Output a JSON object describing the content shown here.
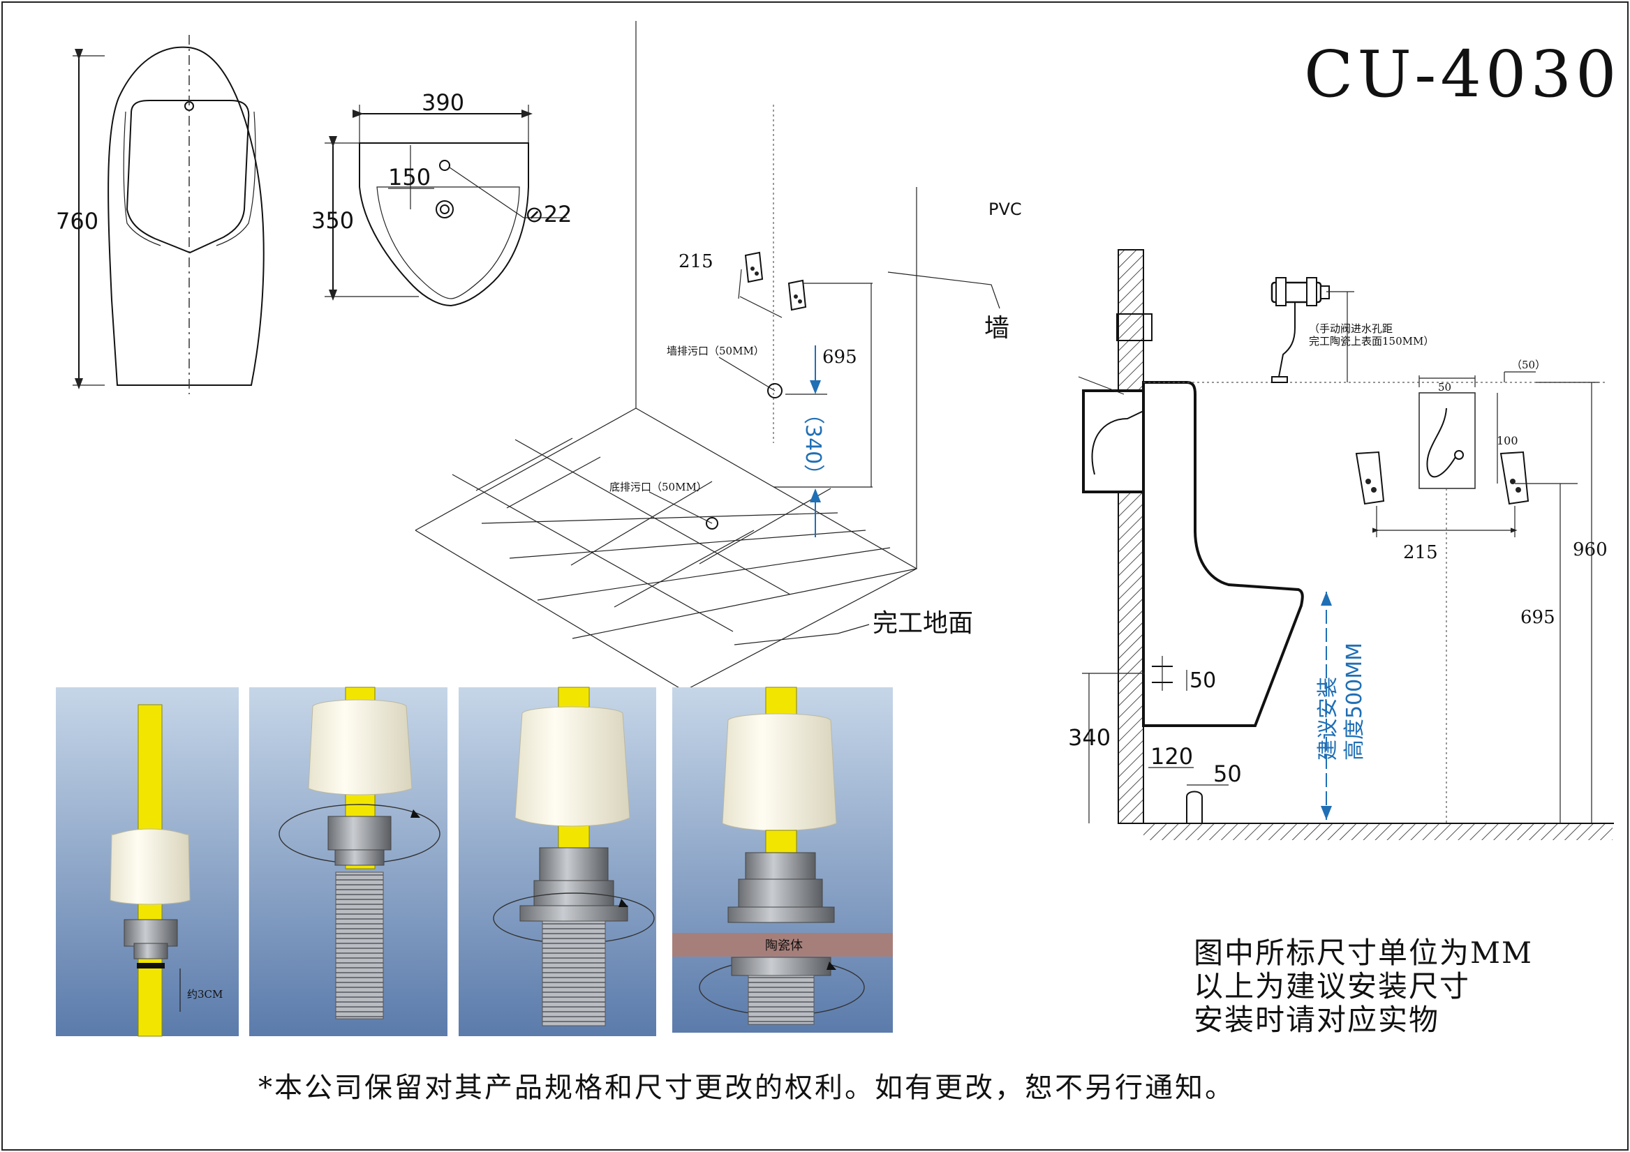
{
  "model": "CU-4030",
  "front_view": {
    "height_label": "760"
  },
  "top_view": {
    "width_label": "390",
    "depth_label": "350",
    "offset_label": "150",
    "hole_label": "⊘22"
  },
  "iso_view": {
    "dim_215": "215",
    "pvc_label": "PVC",
    "wall_label": "墙",
    "wall_drain_label": "墙排污口（50MM）",
    "dim_695": "695",
    "dim_340": "（340）",
    "floor_drain_label": "底排污口（50MM）",
    "floor_label": "完工地面"
  },
  "side_view": {
    "valve_note_line1": "（手动阀进水孔距",
    "valve_note_line2": "完工陶瓷上表面150MM）",
    "dim_50_top": "（50）",
    "dim_50_box": "50",
    "dim_100": "100",
    "dim_215": "215",
    "dim_960": "960",
    "dim_695": "695",
    "dim_50_mid": "50",
    "dim_340": "340",
    "dim_120": "120",
    "dim_50_bottom": "50",
    "install_height_line1": "建议安装",
    "install_height_line2": "高度500MM"
  },
  "notes": [
    "图中所标尺寸单位为MM",
    "以上为建议安装尺寸",
    "安装时请对应实物"
  ],
  "panel_labels": {
    "approx": "约3CM",
    "ceramic": "陶瓷体"
  },
  "footer": "*本公司保留对其产品规格和尺寸更改的权利。如有更改，恕不另行通知。",
  "colors": {
    "pipe": "#f2e600",
    "panel_top": "#c3d3e6",
    "panel_bottom": "#5f7fae",
    "ceramic_band": "#a77f7a",
    "dimension_blue": "#1f6fb5"
  }
}
